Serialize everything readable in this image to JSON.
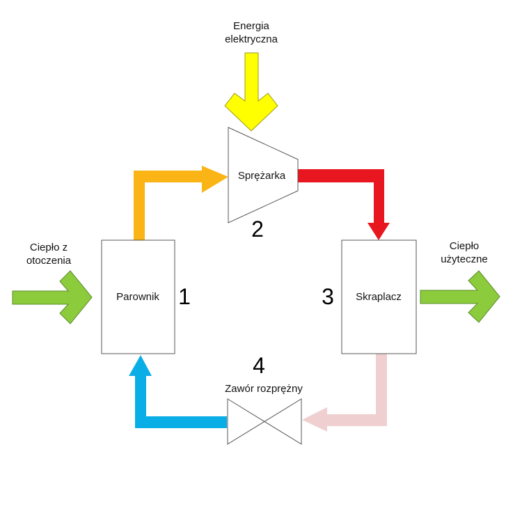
{
  "diagram": {
    "input_energy": {
      "line1": "Energia",
      "line2": "elektryczna"
    },
    "heat_in": {
      "line1": "Ciepło z",
      "line2": "otoczenia"
    },
    "heat_out": {
      "line1": "Ciepło",
      "line2": "użyteczne"
    },
    "components": [
      {
        "number": "1",
        "label": "Parownik"
      },
      {
        "number": "2",
        "label": "Sprężarka"
      },
      {
        "number": "3",
        "label": "Skraplacz"
      },
      {
        "number": "4",
        "label": "Zawór rozprężny"
      }
    ],
    "colors": {
      "electric": "#ffff00",
      "heat": "#8ccc3c",
      "low_pressure_vapor": "#fbb416",
      "high_pressure_vapor": "#e8161e",
      "high_pressure_liquid": "#efcfcf",
      "low_pressure_liquid": "#0aaee6"
    }
  }
}
